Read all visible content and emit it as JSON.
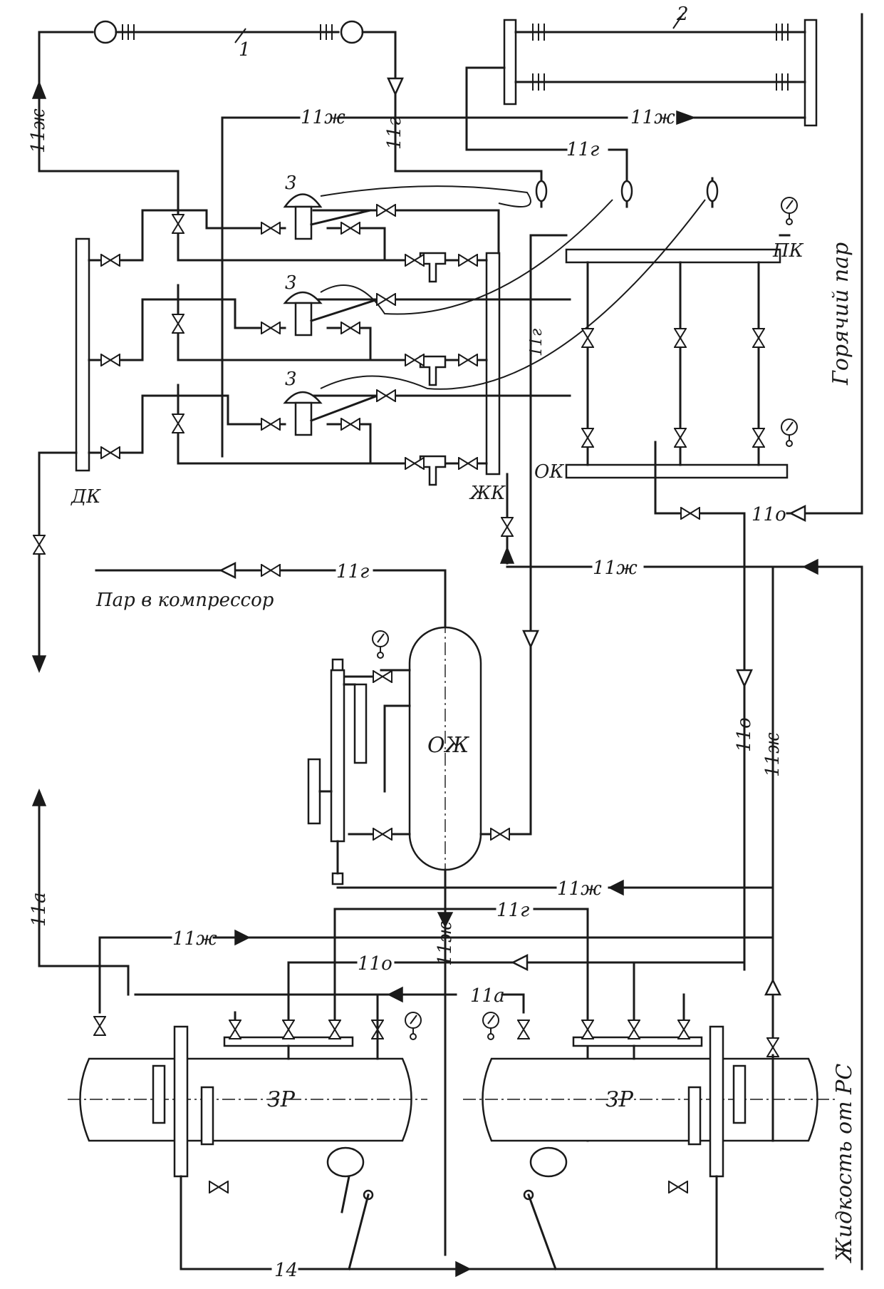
{
  "diagram": {
    "labels": {
      "num1": "1",
      "num2": "2",
      "num3a": "3",
      "num3b": "3",
      "num3c": "3",
      "num14": "14",
      "dk": "ДК",
      "zhk": "ЖК",
      "pk": "ПК",
      "ok": "ОК",
      "ozh": "ОЖ",
      "zr_left": "ЗР",
      "zr_right": "ЗР",
      "hot_vapor": "Горячий пар",
      "vapor_to_compressor": "Пар в компрессор",
      "liquid_from_rs": "Жидкость от РС"
    },
    "line_tags": {
      "zh": "11ж",
      "g": "11г",
      "o": "11о",
      "a": "11а"
    }
  }
}
